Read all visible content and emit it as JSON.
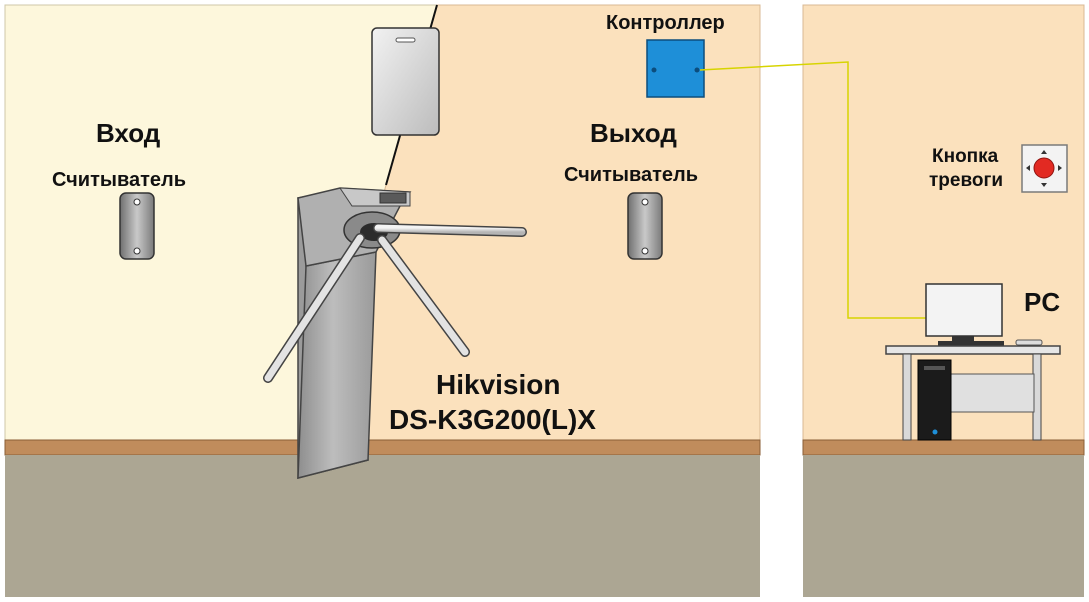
{
  "labels": {
    "entry": "Вход",
    "entry_reader": "Считыватель",
    "exit": "Выход",
    "exit_reader": "Считыватель",
    "controller": "Контроллер",
    "alarm_button_line1": "Кнопка",
    "alarm_button_line2": "тревоги",
    "pc": "PC",
    "model_brand": "Hikvision",
    "model_name": "DS-K3G200(L)X"
  },
  "colors": {
    "entry_wall": "#fdf7dc",
    "exit_wall": "#fbe1bd",
    "room_wall": "#fbe1bd",
    "floor": "#aca693",
    "baseboard": "#c08c5c",
    "controller": "#1e8fd8",
    "cable": "#d7d400",
    "alarm_button": "#e22a22",
    "turnstile": "#a6a6a6"
  },
  "icons": {
    "card_reader_entry": "card-reader-icon",
    "card_reader_exit": "card-reader-icon",
    "access_card": "access-card-icon",
    "controller_box": "controller-box-icon",
    "alarm_button": "alarm-button-icon",
    "computer": "pc-icon",
    "turnstile": "tripod-turnstile-icon"
  }
}
